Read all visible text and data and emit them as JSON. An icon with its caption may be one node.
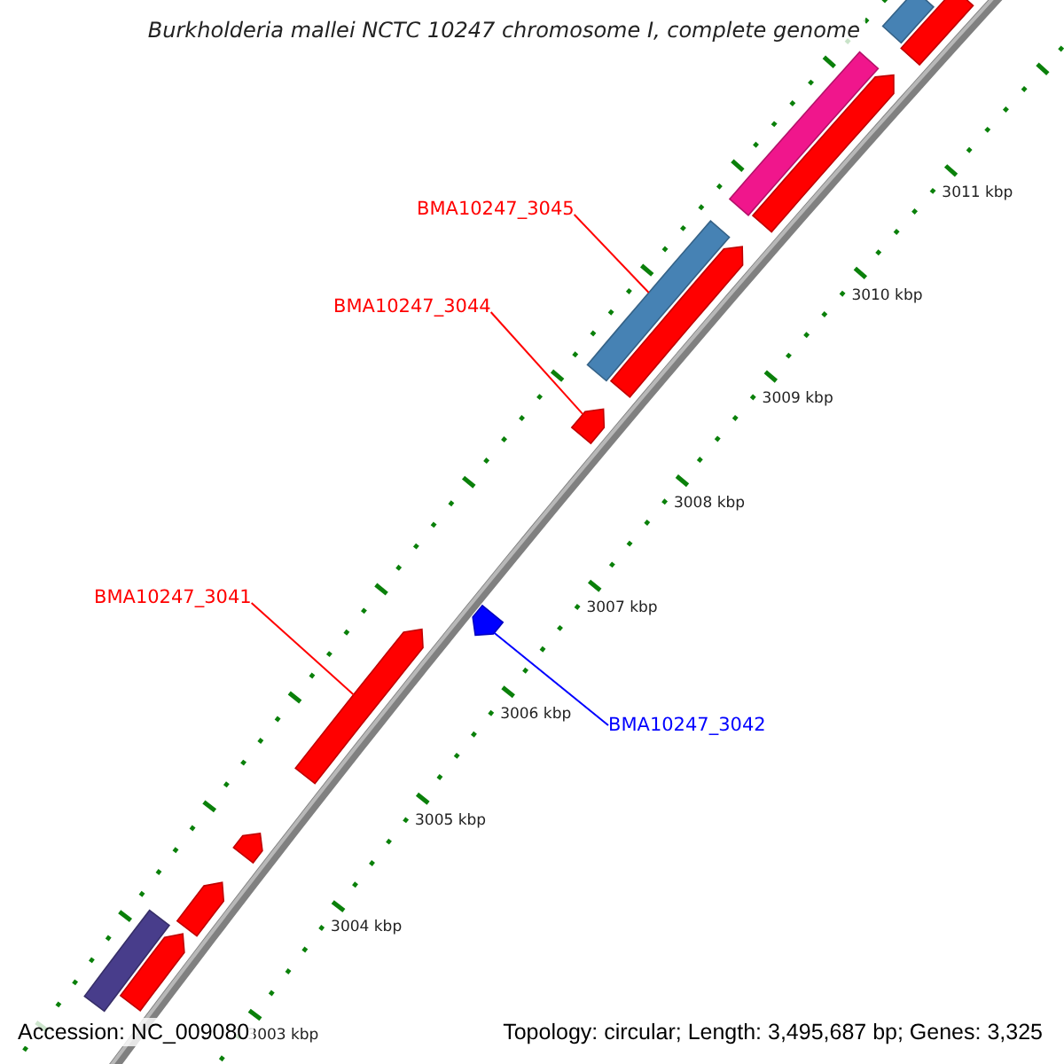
{
  "diagram": {
    "title": "Burkholderia mallei NCTC 10247 chromosome I, complete genome",
    "nodes": [
      {
        "text": [
          "BMA10247_3045"
        ]
      },
      {
        "text": [
          "BMA10247_3044"
        ]
      },
      {
        "text": [
          "BMA10247_3041"
        ]
      },
      {
        "text": [
          "BMA10247_3042"
        ]
      },
      {
        "text": [],
        "shape": "bar"
      },
      {
        "text": [],
        "shape": "arrow"
      },
      {
        "text": [],
        "shape": "arrow"
      },
      {
        "text": [],
        "shape": "arrow"
      },
      {
        "text": [],
        "shape": "arrow"
      },
      {
        "text": [],
        "shape": "bar"
      },
      {
        "text": [],
        "shape": "arrow"
      },
      {
        "text": [],
        "shape": "arrow"
      },
      {
        "text": [],
        "shape": "arrow"
      },
      {
        "text": [],
        "shape": "bar"
      },
      {
        "text": [],
        "shape": "arrow"
      },
      {
        "text": [],
        "shape": "bar"
      },
      {
        "text": [],
        "shape": "bar"
      }
    ],
    "edges": [
      {
        "from": 0,
        "to": 4,
        "arrow": "none"
      },
      {
        "from": 1,
        "to": 5,
        "arrow": "none"
      },
      {
        "from": 2,
        "to": 6,
        "arrow": "none"
      },
      {
        "from": 3,
        "to": 7,
        "arrow": "none",
        "color": "#0000ff"
      }
    ],
    "labels": [
      "3011 kbp",
      "3010 kbp",
      "3009 kbp",
      "3008 kbp",
      "3007 kbp",
      "3006 kbp",
      "3005 kbp",
      "3004 kbp",
      "3003 kbp",
      "Accession: NC_009080",
      "Topology: circular; Length: 3,495,687 bp; Genes: 3,325"
    ]
  }
}
